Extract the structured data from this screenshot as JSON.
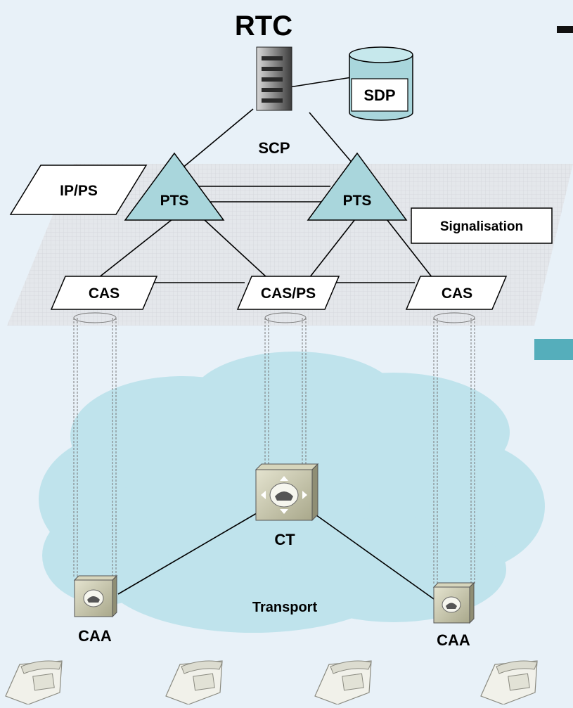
{
  "title": "RTC",
  "nodes": {
    "sdp": "SDP",
    "scp": "SCP",
    "ip_ps": "IP/PS",
    "pts_left": "PTS",
    "pts_right": "PTS",
    "signalisation": "Signalisation",
    "cas_left": "CAS",
    "cas_ps": "CAS/PS",
    "cas_right": "CAS",
    "ct": "CT",
    "transport": "Transport",
    "caa_left": "CAA",
    "caa_right": "CAA"
  },
  "icons": {
    "server": "server-icon",
    "database": "database-icon",
    "switch": "telephone-switch-icon",
    "phone": "desk-phone-icon"
  },
  "colors": {
    "background": "#e8f1f8",
    "plane": "#e3e5e9",
    "cloud": "#bfe3ec",
    "triangle": "#a9d6dc",
    "database": "#a9d6dc",
    "slide_accent": "#55aebb"
  }
}
